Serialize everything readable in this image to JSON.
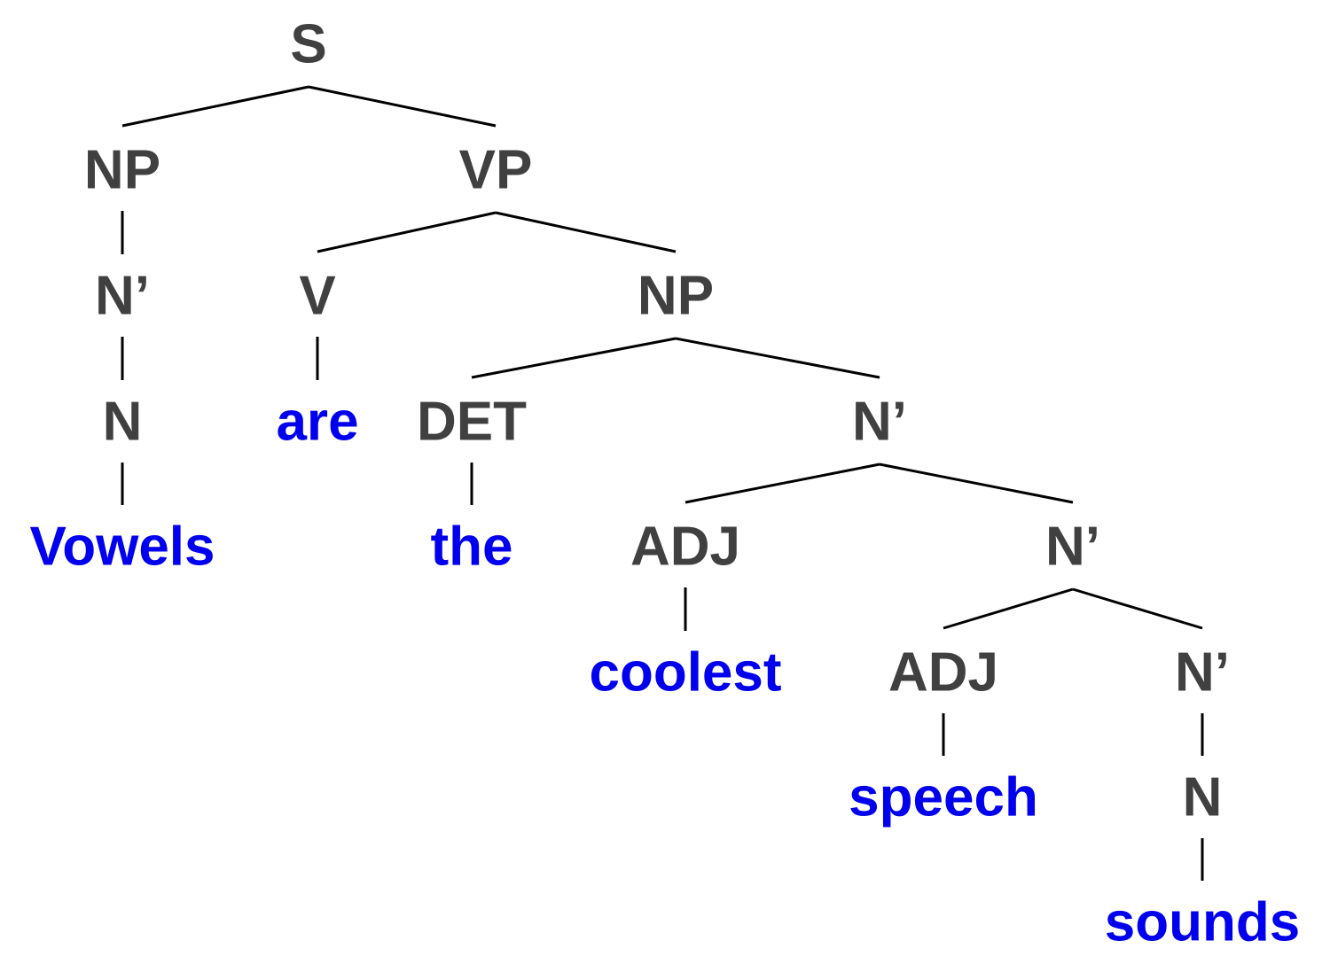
{
  "colors": {
    "category": "#404040",
    "word": "#0000ee",
    "edge": "#000000"
  },
  "tree": {
    "label": "S",
    "kind": "category",
    "children": [
      {
        "label": "NP",
        "kind": "category",
        "children": [
          {
            "label": "N’",
            "kind": "category",
            "children": [
              {
                "label": "N",
                "kind": "category",
                "children": [
                  {
                    "label": "Vowels",
                    "kind": "word",
                    "children": []
                  }
                ]
              }
            ]
          }
        ]
      },
      {
        "label": "VP",
        "kind": "category",
        "children": [
          {
            "label": "V",
            "kind": "category",
            "children": [
              {
                "label": "are",
                "kind": "word",
                "children": []
              }
            ]
          },
          {
            "label": "NP",
            "kind": "category",
            "children": [
              {
                "label": "DET",
                "kind": "category",
                "children": [
                  {
                    "label": "the",
                    "kind": "word",
                    "children": []
                  }
                ]
              },
              {
                "label": "N’",
                "kind": "category",
                "children": [
                  {
                    "label": "ADJ",
                    "kind": "category",
                    "children": [
                      {
                        "label": "coolest",
                        "kind": "word",
                        "children": []
                      }
                    ]
                  },
                  {
                    "label": "N’",
                    "kind": "category",
                    "children": [
                      {
                        "label": "ADJ",
                        "kind": "category",
                        "children": [
                          {
                            "label": "speech",
                            "kind": "word",
                            "children": []
                          }
                        ]
                      },
                      {
                        "label": "N’",
                        "kind": "category",
                        "children": [
                          {
                            "label": "N",
                            "kind": "category",
                            "children": [
                              {
                                "label": "sounds",
                                "kind": "word",
                                "children": []
                              }
                            ]
                          }
                        ]
                      }
                    ]
                  }
                ]
              }
            ]
          }
        ]
      }
    ]
  }
}
